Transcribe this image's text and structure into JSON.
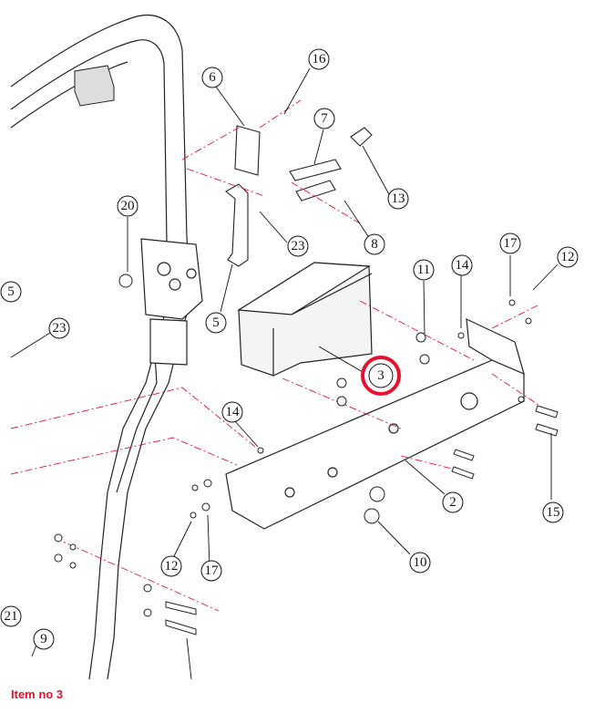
{
  "caption": "Item no 3",
  "highlight_color": "#e8112d",
  "callouts": [
    "16",
    "6",
    "7",
    "13",
    "20",
    "23",
    "8",
    "17",
    "12",
    "11",
    "14",
    "5",
    "5",
    "23",
    "3",
    "14",
    "2",
    "15",
    "12",
    "17",
    "10",
    "21",
    "9"
  ]
}
